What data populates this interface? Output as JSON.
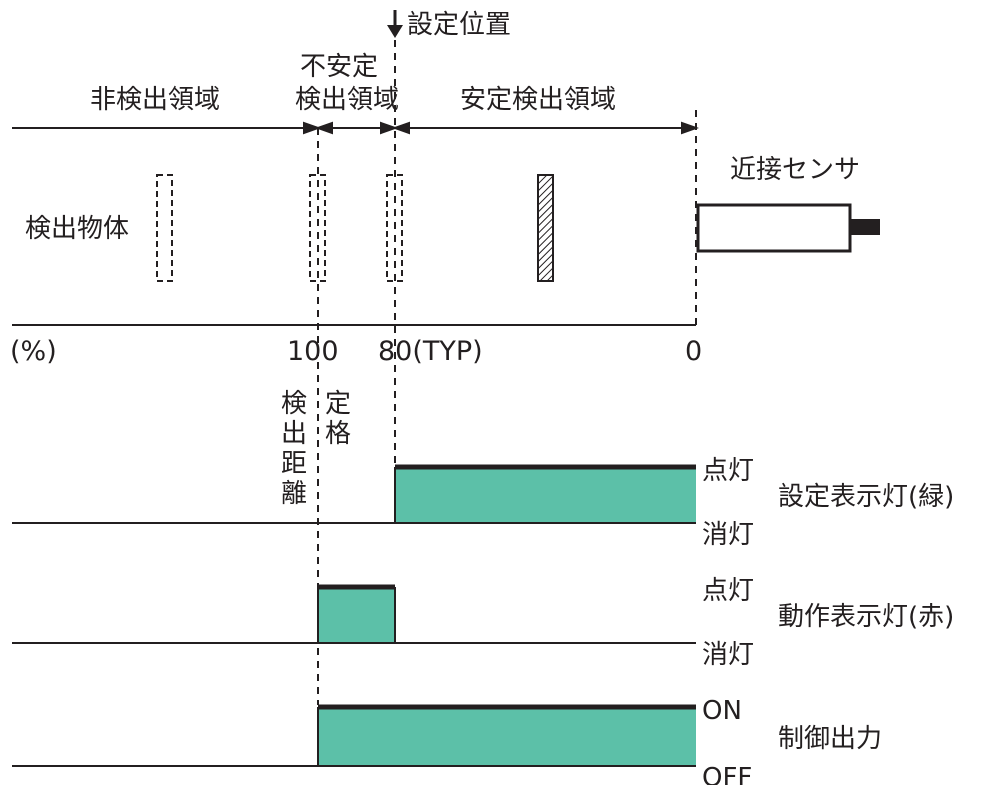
{
  "set_position_label": "設定位置",
  "zones": {
    "non_detection": "非検出領域",
    "unstable_line1": "不安定",
    "unstable_line2": "検出領域",
    "stable": "安定検出領域"
  },
  "sensor_label": "近接センサ",
  "object_label": "検出物体",
  "scale": {
    "unit": "(%)",
    "tick_100": "100",
    "tick_80": "80(TYP)",
    "tick_0": "0"
  },
  "vertical_labels": {
    "detection_distance": "検出距離",
    "rated": "定格"
  },
  "signals": [
    {
      "name": "設定表示灯(緑)",
      "high_label": "点灯",
      "low_label": "消灯",
      "on_from": 80,
      "on_to": 0
    },
    {
      "name": "動作表示灯(赤)",
      "high_label": "点灯",
      "low_label": "消灯",
      "on_from": 100,
      "on_to": 80
    },
    {
      "name": "制御出力",
      "high_label": "ON",
      "low_label": "OFF",
      "on_from": 100,
      "on_to": 0
    }
  ],
  "colors": {
    "line": "#231f20",
    "fill": "#5cc0a8"
  }
}
